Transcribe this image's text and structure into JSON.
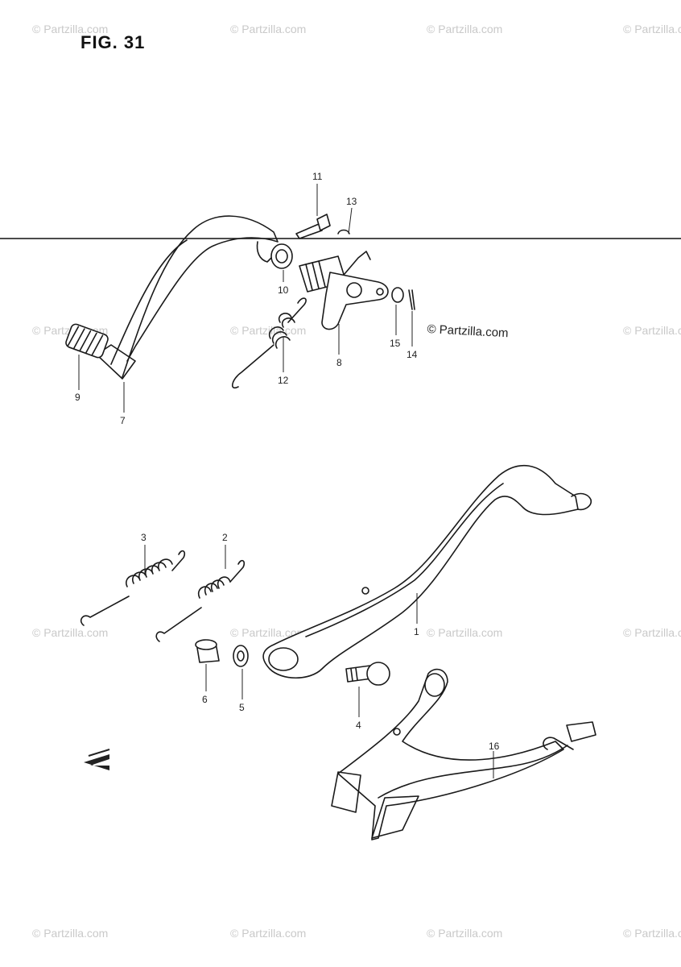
{
  "figure": {
    "title": "FIG. 31"
  },
  "watermark": {
    "text": "© Partzilla.com"
  },
  "credit": {
    "text": "© Partzilla.com"
  },
  "callouts": {
    "p1": "1",
    "p2": "2",
    "p3": "3",
    "p4": "4",
    "p5": "5",
    "p6": "6",
    "p7": "7",
    "p8": "8",
    "p9": "9",
    "p10": "10",
    "p11": "11",
    "p12": "12",
    "p13": "13",
    "p14": "14",
    "p15": "15",
    "p16": "16"
  },
  "colors": {
    "line": "#1a1a1a",
    "watermark": "#c9c9c9",
    "background": "#ffffff"
  }
}
